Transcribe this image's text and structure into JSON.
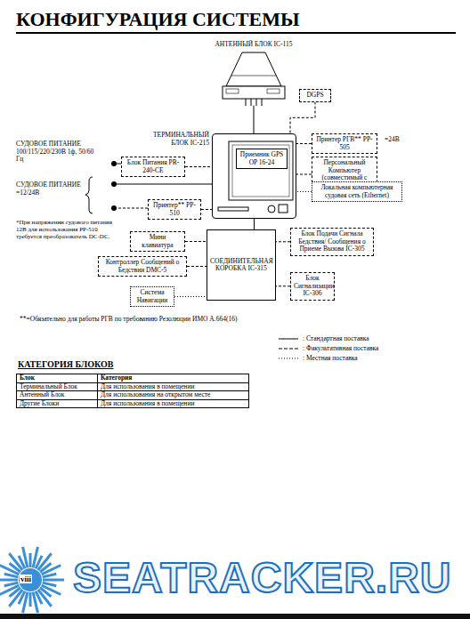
{
  "diagram": {
    "title": "КОНФИГУРАЦИЯ СИСТЕМЫ",
    "nodes": [
      {
        "text": [
          "АНТЕННЫЙ БЛОК IC-115"
        ]
      },
      {
        "text": [
          "DGPS"
        ]
      },
      {
        "text": [
          "ТЕРМИНАЛЬНЫЙ БЛОК IC-215"
        ]
      },
      {
        "text": [
          "Приемник GPS OP 16-24"
        ],
        "in": 2
      },
      {
        "text": [
          "Принтер РГВ** PP-505"
        ]
      },
      {
        "text": [
          "Персональный Компьютер (совместимый с PC/AT)"
        ]
      },
      {
        "text": [
          "Локальная компьютерная судовая сеть (Ethernet)"
        ]
      },
      {
        "text": [
          "Блок Питания PR-240-CE"
        ]
      },
      {
        "text": [
          "Принтер** PP-510"
        ]
      },
      {
        "text": [
          "Мини клавиатура"
        ]
      },
      {
        "text": [
          "СОЕДИНИТЕЛЬНАЯ КОРОБКА IC-315"
        ]
      },
      {
        "text": [
          "Контроллер Сообщений о Бедствии DMC-5"
        ]
      },
      {
        "text": [
          "Система Навигации"
        ]
      },
      {
        "text": [
          "Блок Подачи Сигнала Бедствия/ Сообщения о Приеме Вызова IC-305"
        ]
      },
      {
        "text": [
          "Блок Сигнализации IC-306"
        ]
      }
    ],
    "edges": [
      {
        "from": 0,
        "to": 2,
        "arrow": "none"
      },
      {
        "from": 1,
        "to": 2,
        "arrow": "none"
      },
      {
        "from": 4,
        "to": 2,
        "arrow": "none"
      },
      {
        "from": 5,
        "to": 2,
        "arrow": "none"
      },
      {
        "from": 6,
        "to": 2,
        "arrow": "none"
      },
      {
        "from": 7,
        "to": 2,
        "arrow": "none"
      },
      {
        "from": 8,
        "to": 2,
        "arrow": "none"
      },
      {
        "from": 9,
        "to": 10,
        "arrow": "none"
      },
      {
        "from": 2,
        "to": 10,
        "arrow": "none"
      },
      {
        "from": 11,
        "to": 10,
        "arrow": "none"
      },
      {
        "from": 12,
        "to": 10,
        "arrow": "none"
      },
      {
        "from": 13,
        "to": 10,
        "arrow": "none"
      },
      {
        "from": 14,
        "to": 10,
        "arrow": "none"
      }
    ],
    "labels": [
      "СУДОВОЕ ПИТАНИЕ 100/115/220/230В 1ф, 50/60 Гц",
      "СУДОВОЕ ПИТАНИЕ =12/24В",
      "*При напряжении судового питания 12В для использования PP-510 требуется преобразователь DC-DC.",
      "=24В",
      "**=Обязательно для работы РГВ по требованию Резолюции ИМО А.664(16)",
      "КАТЕГОРИЯ БЛОКОВ",
      "Блок",
      "Категория",
      "Терминальный Блок",
      "Для использования в помещении",
      "Антенный Блок",
      "Для использования на открытом месте",
      "Другие Блоки",
      "Для использования в помещении",
      "viii",
      "SEATRACKER.RU"
    ],
    "legend": [
      {
        "text": ": Стандартная поставка"
      },
      {
        "text": ": Факультативная поставка"
      },
      {
        "text": ": Местная поставка"
      }
    ]
  }
}
